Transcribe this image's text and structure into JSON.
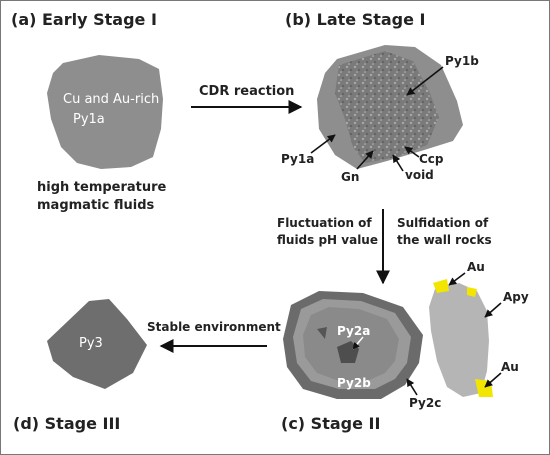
{
  "panels": {
    "a": {
      "title": "(a) Early Stage I",
      "grain_label_line1": "Cu and Au-rich",
      "grain_label_line2": "Py1a",
      "caption_line1": "high temperature",
      "caption_line2": "magmatic fluids"
    },
    "b": {
      "title": "(b) Late Stage I",
      "labels": {
        "py1b": "Py1b",
        "py1a": "Py1a",
        "gn": "Gn",
        "ccp": "Ccp",
        "void": "void"
      }
    },
    "c": {
      "title": "(c) Stage II",
      "labels": {
        "py2a": "Py2a",
        "py2b": "Py2b",
        "py2c": "Py2c",
        "au_top": "Au",
        "apy": "Apy",
        "au_bottom": "Au"
      }
    },
    "d": {
      "title": "(d) Stage III",
      "grain_label": "Py3"
    }
  },
  "arrows": {
    "a_to_b": "CDR reaction",
    "b_to_c_left_line1": "Fluctuation of",
    "b_to_c_left_line2": "fluids pH value",
    "b_to_c_right_line1": "Sulfidation of",
    "b_to_c_right_line2": "the wall rocks",
    "c_to_d": "Stable environment"
  },
  "colors": {
    "grain_gray": "#8e8e8e",
    "dark_gray": "#6b6b6b",
    "light_gray": "#b5b5b5",
    "gold_yellow": "#f2e600"
  }
}
